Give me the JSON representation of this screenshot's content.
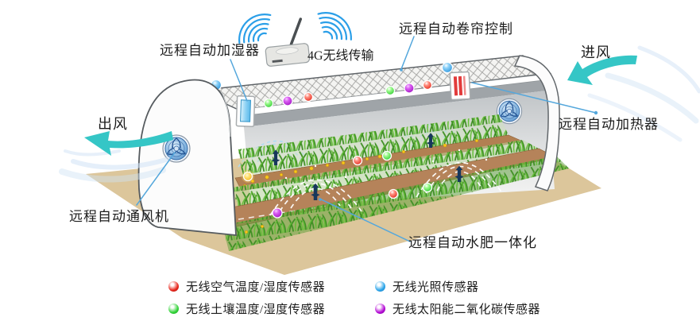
{
  "labels": {
    "humidifier": "远程自动加湿器",
    "wireless": "4G无线传输",
    "curtain": "远程自动卷帘控制",
    "air_in": "进风",
    "air_out": "出风",
    "heater": "远程自动加热器",
    "vent_fan": "远程自动通风机",
    "fertigation": "远程自动水肥一体化"
  },
  "legend": {
    "items": [
      {
        "id": "wireless-air-temp-humidity-sensor",
        "label": "无线空气温度/湿度传感器",
        "color": "#e8281e",
        "dark": "#9d0d06"
      },
      {
        "id": "wireless-light-sensor",
        "label": "无线光照传感器",
        "color": "#2ea6ea",
        "dark": "#0c6fb5"
      },
      {
        "id": "wireless-soil-temp-humidity-sensor",
        "label": "无线土壤温度/湿度传感器",
        "color": "#35d43a",
        "dark": "#0f9c1c"
      },
      {
        "id": "wireless-solar-co2-sensor",
        "label": "无线太阳能二氧化碳传感器",
        "color": "#b50cd6",
        "dark": "#73048f"
      }
    ]
  },
  "colors": {
    "arrow_teal": "#35c6c6",
    "leader_blue": "#54a7dc",
    "wifi_blue": "#2b9fe8"
  }
}
